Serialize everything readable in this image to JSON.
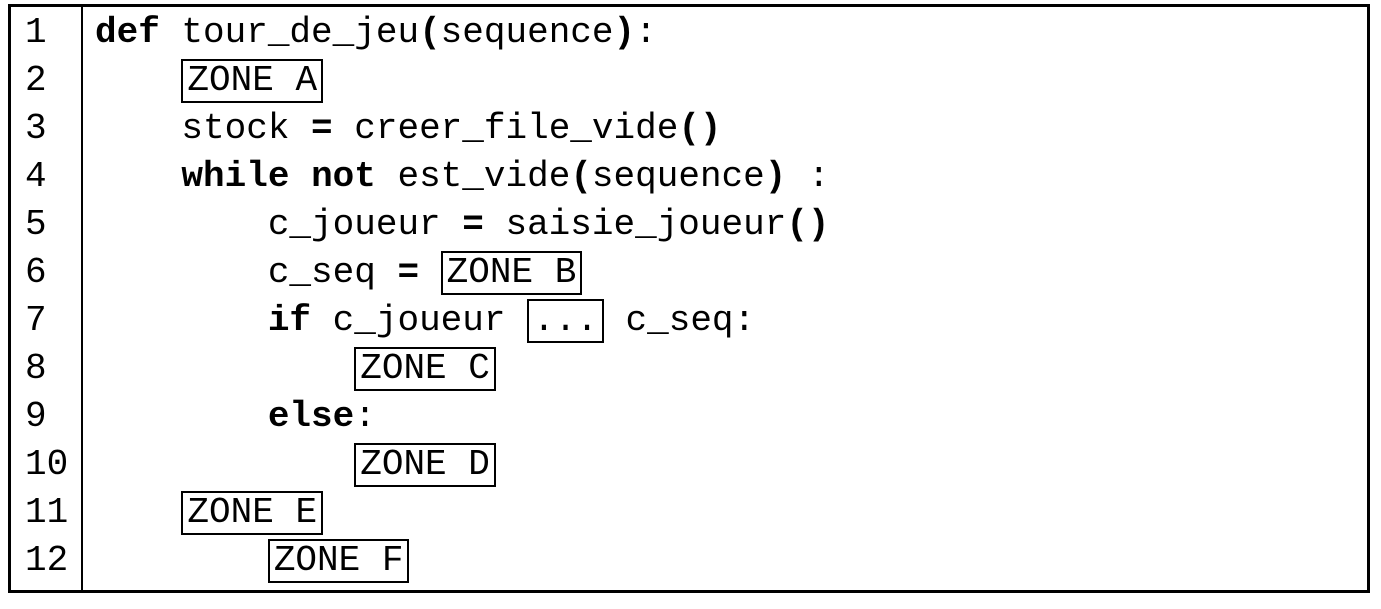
{
  "colors": {
    "background": "#ffffff",
    "text": "#000000",
    "frame_border": "#000000"
  },
  "listing": {
    "lines": [
      {
        "number": "1",
        "segments": [
          {
            "text": "def",
            "bold": true
          },
          {
            "text": " tour_de_jeu"
          },
          {
            "text": "(",
            "bold": true
          },
          {
            "text": "sequence"
          },
          {
            "text": ")",
            "bold": true
          },
          {
            "text": ":"
          }
        ]
      },
      {
        "number": "2",
        "segments": [
          {
            "text": "    "
          },
          {
            "text": "ZONE A",
            "boxed": true
          }
        ]
      },
      {
        "number": "3",
        "segments": [
          {
            "text": "    stock "
          },
          {
            "text": "=",
            "bold": true
          },
          {
            "text": " creer_file_vide"
          },
          {
            "text": "()",
            "bold": true
          }
        ]
      },
      {
        "number": "4",
        "segments": [
          {
            "text": "    "
          },
          {
            "text": "while",
            "bold": true
          },
          {
            "text": " "
          },
          {
            "text": "not",
            "bold": true
          },
          {
            "text": " est_vide"
          },
          {
            "text": "(",
            "bold": true
          },
          {
            "text": "sequence"
          },
          {
            "text": ")",
            "bold": true
          },
          {
            "text": " :"
          }
        ]
      },
      {
        "number": "5",
        "segments": [
          {
            "text": "        c_joueur "
          },
          {
            "text": "=",
            "bold": true
          },
          {
            "text": " saisie_joueur"
          },
          {
            "text": "()",
            "bold": true
          }
        ]
      },
      {
        "number": "6",
        "segments": [
          {
            "text": "        c_seq "
          },
          {
            "text": "=",
            "bold": true
          },
          {
            "text": " "
          },
          {
            "text": "ZONE B",
            "boxed": true
          }
        ]
      },
      {
        "number": "7",
        "segments": [
          {
            "text": "        "
          },
          {
            "text": "if",
            "bold": true
          },
          {
            "text": " c_joueur "
          },
          {
            "text": "...",
            "boxed": true
          },
          {
            "text": " c_seq:"
          }
        ]
      },
      {
        "number": "8",
        "segments": [
          {
            "text": "            "
          },
          {
            "text": "ZONE C",
            "boxed": true
          }
        ]
      },
      {
        "number": "9",
        "segments": [
          {
            "text": "        "
          },
          {
            "text": "else",
            "bold": true
          },
          {
            "text": ":"
          }
        ]
      },
      {
        "number": "10",
        "segments": [
          {
            "text": "            "
          },
          {
            "text": "ZONE D",
            "boxed": true
          }
        ]
      },
      {
        "number": "11",
        "segments": [
          {
            "text": "    "
          },
          {
            "text": "ZONE E",
            "boxed": true
          }
        ]
      },
      {
        "number": "12",
        "segments": [
          {
            "text": "        "
          },
          {
            "text": "ZONE F",
            "boxed": true
          }
        ]
      }
    ]
  }
}
